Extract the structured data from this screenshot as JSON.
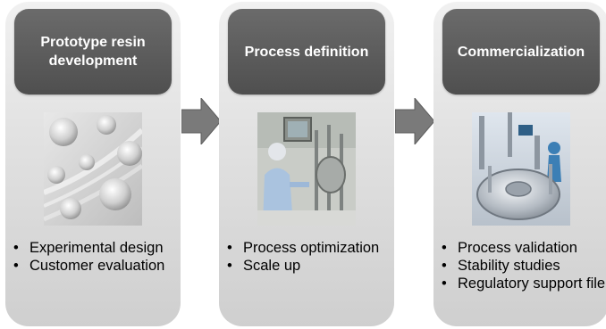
{
  "stages": [
    {
      "title": "Prototype resin development",
      "image": "resin-spheres-image",
      "bullets": [
        "Experimental design",
        "Customer evaluation"
      ]
    },
    {
      "title": "Process definition",
      "image": "lab-operator-image",
      "bullets": [
        "Process optimization",
        "Scale up"
      ]
    },
    {
      "title": "Commercialization",
      "image": "industrial-reactor-image",
      "bullets": [
        "Process validation",
        "Stability studies",
        "Regulatory support file"
      ]
    }
  ],
  "colors": {
    "header": "#5a5a5a",
    "header_text": "#ffffff",
    "panel": "#dcdcdc",
    "arrow": "#7a7a7a"
  }
}
